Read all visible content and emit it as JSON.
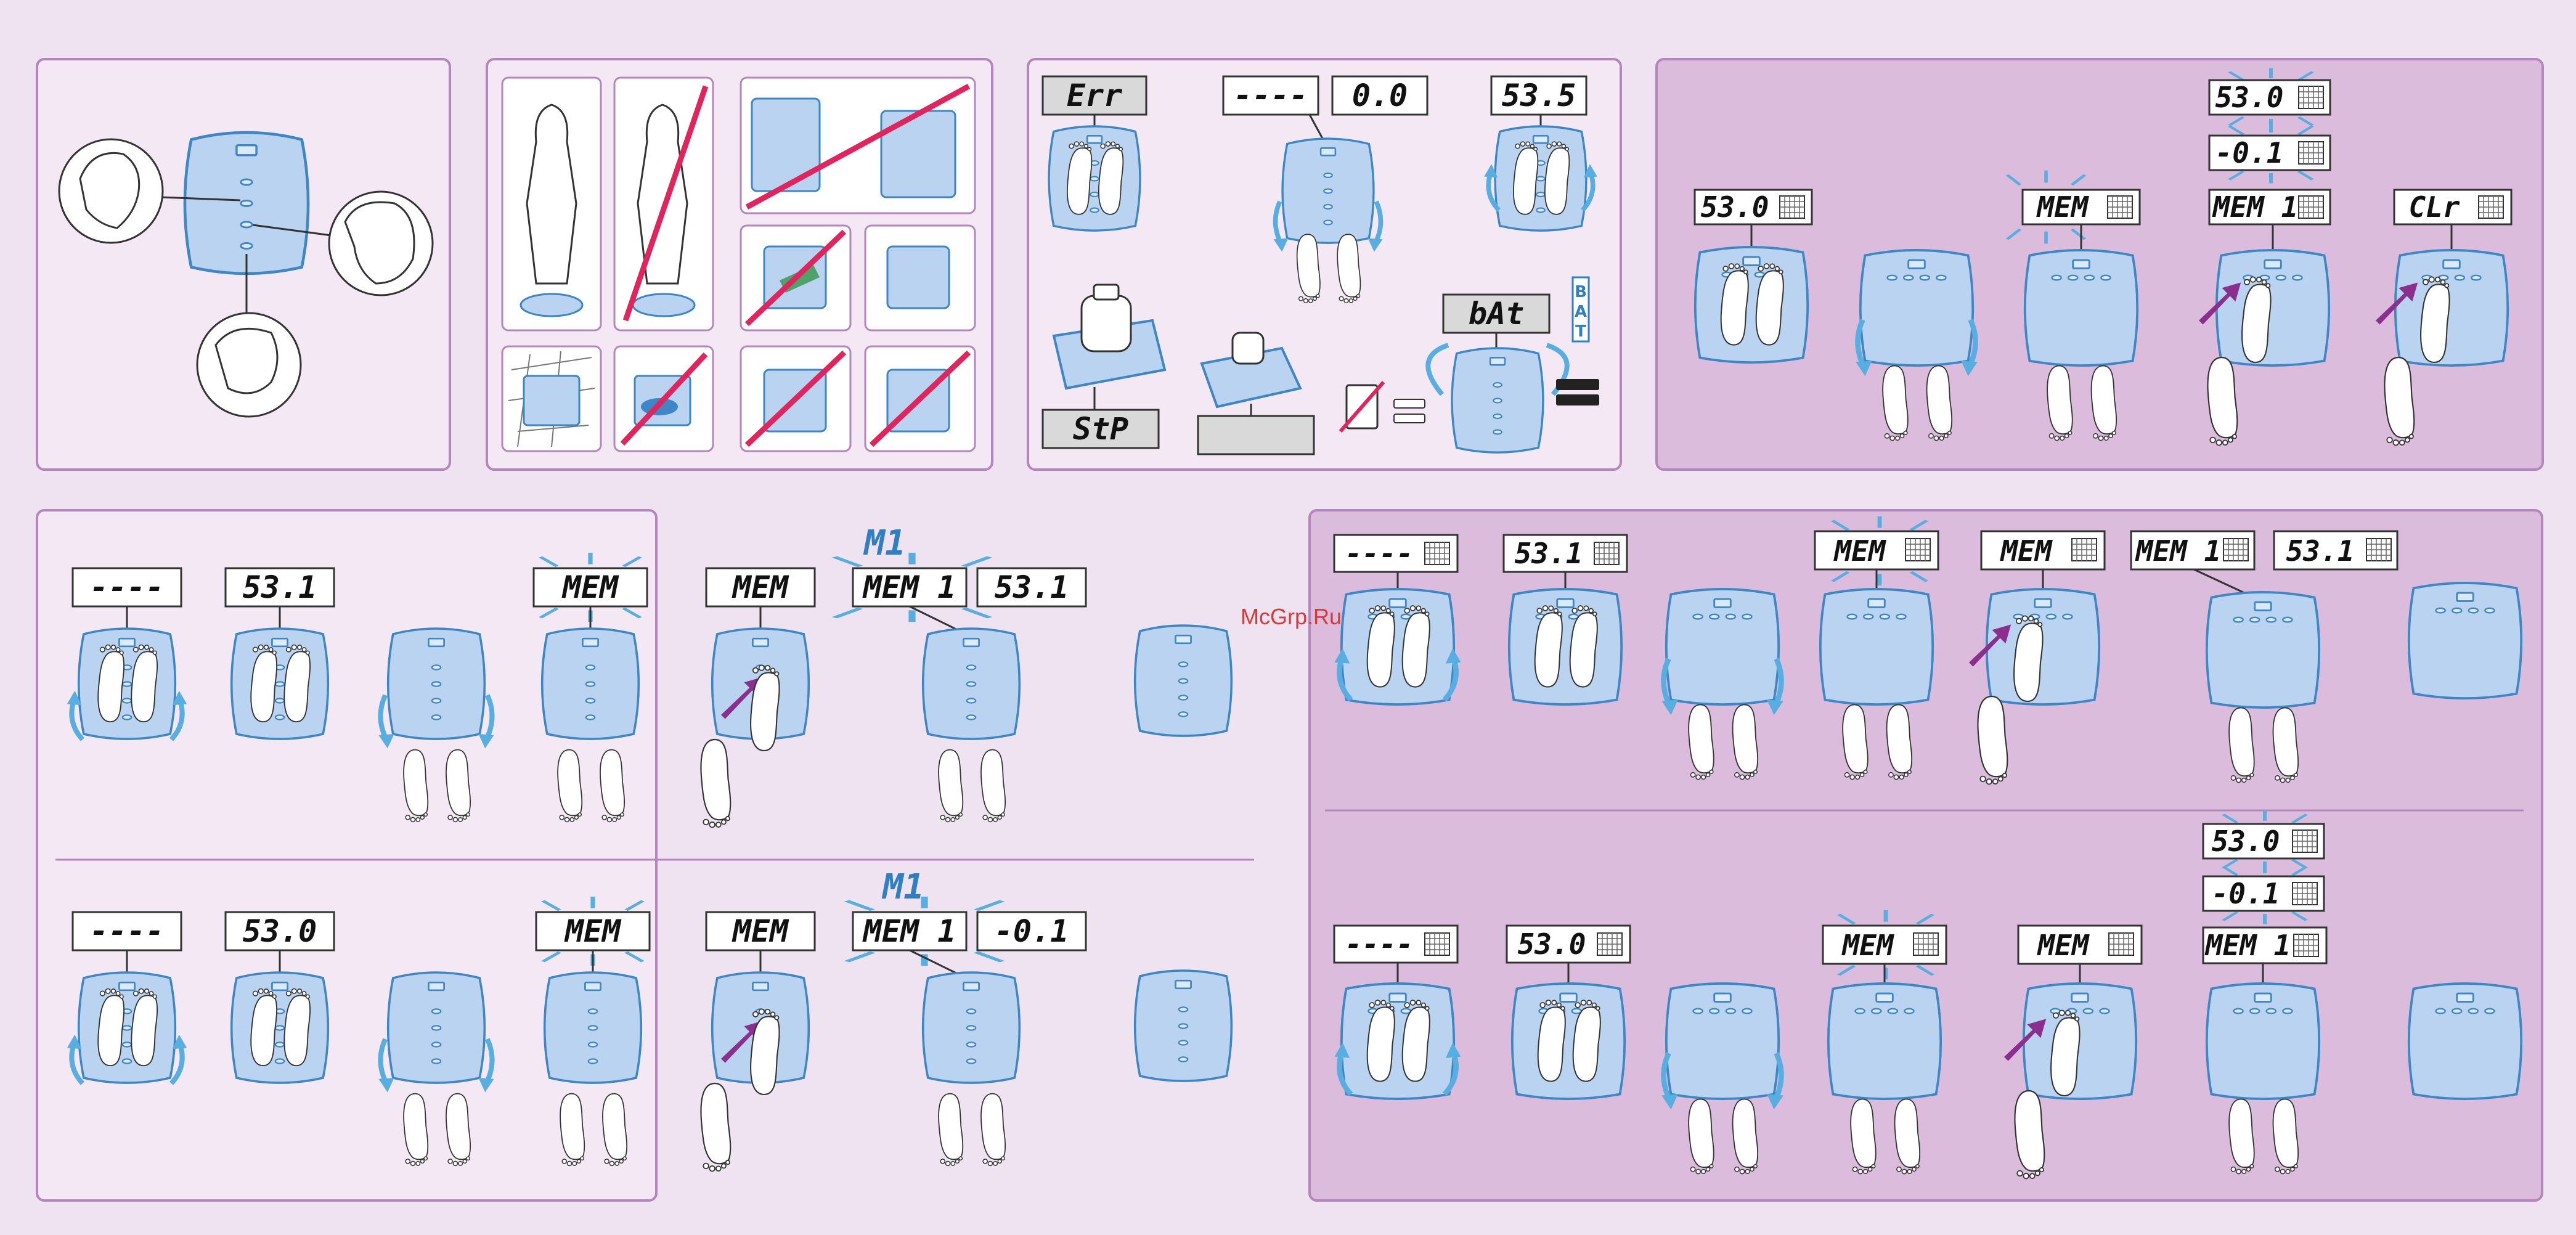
{
  "watermark": "McGrp.Ru",
  "colors": {
    "page_bg": "#efe3f1",
    "panel_light": "#f3e8f4",
    "panel_dark": "#dcbcdd",
    "panel_border": "#b585bd",
    "scale_fill": "#b9d3f1",
    "scale_stroke": "#3f86c4",
    "arrow_blue": "#58aee0",
    "finger_purple": "#8a2f8e",
    "no_red": "#e0245e",
    "lcd_fill": "#ffffff",
    "lcd_text": "#111111",
    "blue_label": "#2f7fc1"
  },
  "panel1": {
    "icons": [
      "man-face-icon",
      "woman-face-icon",
      "child-face-icon"
    ]
  },
  "panel2": {
    "icons": [
      "woman-standing-icon",
      "woman-wet-no-icon",
      "stack-no-icon",
      "cleaning-no-icon",
      "tile-floor-icon",
      "water-no-icon"
    ]
  },
  "panel3": {
    "lcd_err": "Err",
    "lcd_dashes": "----",
    "lcd_zero": "0.0",
    "lcd_weight": "53.5",
    "lcd_stp": "StP",
    "lcd_bat": "bAt",
    "bat_letters": [
      "B",
      "A",
      "T"
    ]
  },
  "panel4": {
    "lcd_a": "53.0",
    "lcd_mem": "MEM",
    "lcd_mem1": "MEM 1",
    "lcd_clr": "CLr",
    "lcd_top1": "53.0",
    "lcd_top2": "-0.1"
  },
  "panel5": {
    "row1": {
      "d1": "----",
      "d2": "53.1",
      "d3": "MEM",
      "d4": "MEM",
      "d5": "MEM 1",
      "d6": "53.1",
      "label": "M1"
    },
    "row2": {
      "d1": "----",
      "d2": "53.0",
      "d3": "MEM",
      "d4": "MEM",
      "d5": "MEM 1",
      "d6": "-0.1",
      "label": "M1"
    }
  },
  "panel6": {
    "row1": {
      "d1": "----",
      "d2": "53.1",
      "d3": "MEM",
      "d4": "MEM",
      "d5": "MEM 1",
      "d6": "53.1"
    },
    "row2": {
      "d1": "----",
      "d2": "53.0",
      "d3": "MEM",
      "d4": "MEM",
      "d5": "MEM 1",
      "top1": "53.0",
      "top2": "-0.1"
    }
  }
}
